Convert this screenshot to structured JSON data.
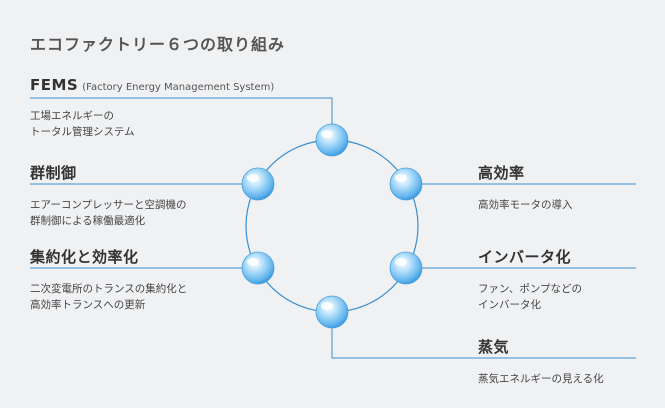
{
  "title": "エコファクトリー６つの取り組み",
  "items": [
    {
      "title": "FEMS",
      "subtitle": "(Factory Energy Management System)",
      "desc": [
        "工場エネルギーの",
        "トータル管理システム"
      ]
    },
    {
      "title": "群制御",
      "desc": [
        "エアーコンプレッサーと空調機の",
        "群制御による稼働最適化"
      ]
    },
    {
      "title": "集約化と効率化",
      "desc": [
        "二次変電所のトランスの集約化と",
        "高効率トランスへの更新"
      ]
    },
    {
      "title": "高効率",
      "desc": [
        "高効率モータの導入"
      ]
    },
    {
      "title": "インバータ化",
      "desc": [
        "ファン、ポンプなどの",
        "インバータ化"
      ]
    },
    {
      "title": "蒸気",
      "desc": [
        "蒸気エネルギーの見える化"
      ]
    }
  ],
  "colors": {
    "line": "#3b8fd1",
    "ring": "#3b8fd1",
    "bubble_light": "#eaf6ff",
    "bubble_mid": "#9fd3f7",
    "bubble_dark": "#2e8fd8"
  }
}
